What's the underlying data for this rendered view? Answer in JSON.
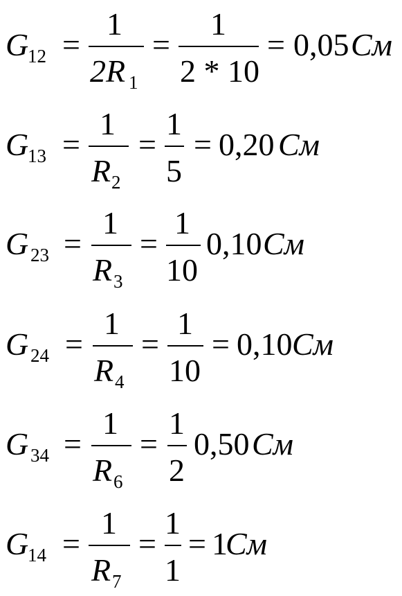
{
  "equations": [
    {
      "symbol": "G",
      "subscript": "12",
      "eq1": "=",
      "frac1": {
        "num": "1",
        "den_var": "2R",
        "den_sub": "1"
      },
      "eq2": "=",
      "frac2": {
        "num": "1",
        "den": "2 * 10"
      },
      "eq3": "=",
      "value": "0,05",
      "unit": "См"
    },
    {
      "symbol": "G",
      "subscript": "13",
      "eq1": "=",
      "frac1": {
        "num": "1",
        "den_var": "R",
        "den_sub": "2"
      },
      "eq2": "=",
      "frac2": {
        "num": "1",
        "den": "5"
      },
      "eq3": "=",
      "value": "0,20",
      "unit": "См"
    },
    {
      "symbol": "G",
      "subscript": "23",
      "eq1": "=",
      "frac1": {
        "num": "1",
        "den_var": "R",
        "den_sub": "3"
      },
      "eq2": "=",
      "frac2": {
        "num": "1",
        "den": "10"
      },
      "eq3": "",
      "value": "0,10",
      "unit": "См"
    },
    {
      "symbol": "G",
      "subscript": "24",
      "eq1": "=",
      "frac1": {
        "num": "1",
        "den_var": "R",
        "den_sub": "4"
      },
      "eq2": "=",
      "frac2": {
        "num": "1",
        "den": "10"
      },
      "eq3": "=",
      "value": "0,10",
      "unit": "См"
    },
    {
      "symbol": "G",
      "subscript": "34",
      "eq1": "=",
      "frac1": {
        "num": "1",
        "den_var": "R",
        "den_sub": "6"
      },
      "eq2": "=",
      "frac2": {
        "num": "1",
        "den": "2"
      },
      "eq3": "",
      "value": "0,50",
      "unit": "См"
    },
    {
      "symbol": "G",
      "subscript": "14",
      "eq1": "=",
      "frac1": {
        "num": "1",
        "den_var": "R",
        "den_sub": "7"
      },
      "eq2": "=",
      "frac2": {
        "num": "1",
        "den": "1"
      },
      "eq3": "=",
      "value": "1",
      "unit": "См"
    }
  ]
}
